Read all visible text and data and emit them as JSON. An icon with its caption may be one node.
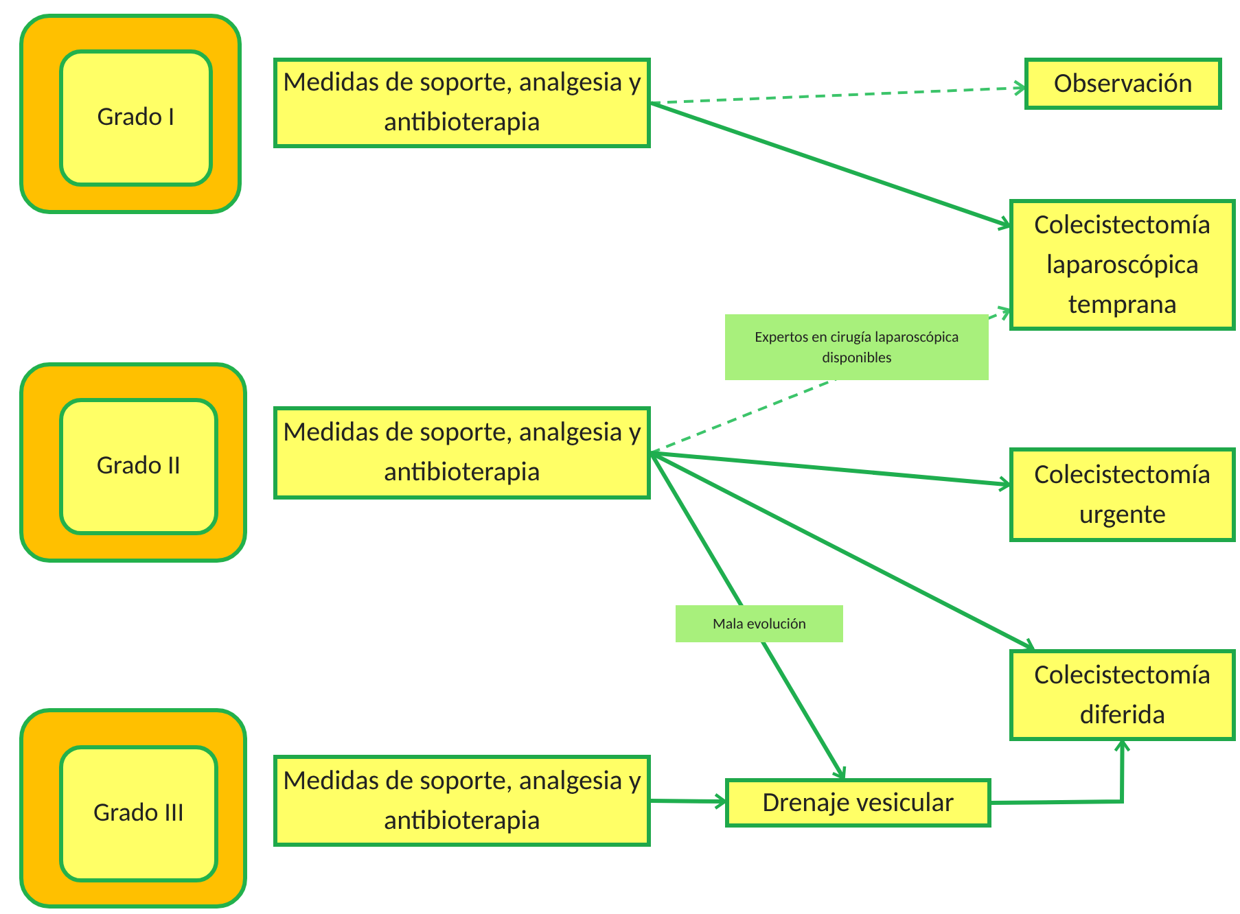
{
  "diagram": {
    "nodes": [
      {
        "text": [],
        "shape": "box"
      },
      {
        "text": [
          "Grado I"
        ],
        "in": 0
      },
      {
        "text": [
          "Medidas de soporte, analgesia y antibioterapia"
        ]
      },
      {
        "text": [
          "Observación"
        ]
      },
      {
        "text": [
          "Colecistectomía laparoscópica temprana"
        ]
      },
      {
        "text": [],
        "shape": "box"
      },
      {
        "text": [
          "Grado II"
        ],
        "in": 5
      },
      {
        "text": [
          "Medidas de soporte, analgesia y antibioterapia"
        ]
      },
      {
        "text": [
          "Colecistectomía urgente"
        ]
      },
      {
        "text": [
          "Colecistectomía diferida"
        ]
      },
      {
        "text": [],
        "shape": "box"
      },
      {
        "text": [
          "Grado III"
        ],
        "in": 10
      },
      {
        "text": [
          "Medidas de soporte, analgesia y antibioterapia"
        ]
      },
      {
        "text": [
          "Drenaje vesicular"
        ]
      }
    ],
    "edges": [
      {
        "from": 2,
        "to": 3,
        "arrow": "to",
        "style": "dashed"
      },
      {
        "from": 2,
        "to": 4,
        "arrow": "to"
      },
      {
        "from": 7,
        "to": 4,
        "arrow": "to",
        "style": "dashed",
        "label": "Expertos en cirugía laparoscópica disponibles"
      },
      {
        "from": 7,
        "to": 8,
        "arrow": "to"
      },
      {
        "from": 7,
        "to": 9,
        "arrow": "to"
      },
      {
        "from": 7,
        "to": 13,
        "arrow": "to",
        "label": "Mala evolución"
      },
      {
        "from": 12,
        "to": 13,
        "arrow": "to"
      },
      {
        "from": 13,
        "to": 9,
        "arrow": "to"
      }
    ]
  }
}
